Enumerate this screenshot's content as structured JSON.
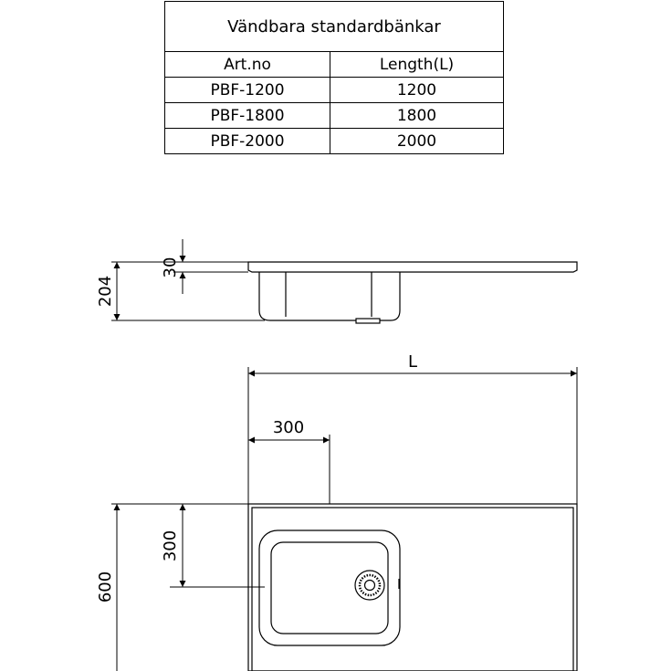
{
  "table": {
    "title": "Vändbara standardbänkar",
    "headers": [
      "Art.no",
      "Length(L)"
    ],
    "rows": [
      [
        "PBF-1200",
        "1200"
      ],
      [
        "PBF-1800",
        "1800"
      ],
      [
        "PBF-2000",
        "2000"
      ]
    ]
  },
  "dimensions": {
    "length": "L",
    "depth_total": "204",
    "top_thickness": "30",
    "sink_offset_x": "300",
    "sink_offset_y": "300",
    "width": "600"
  }
}
